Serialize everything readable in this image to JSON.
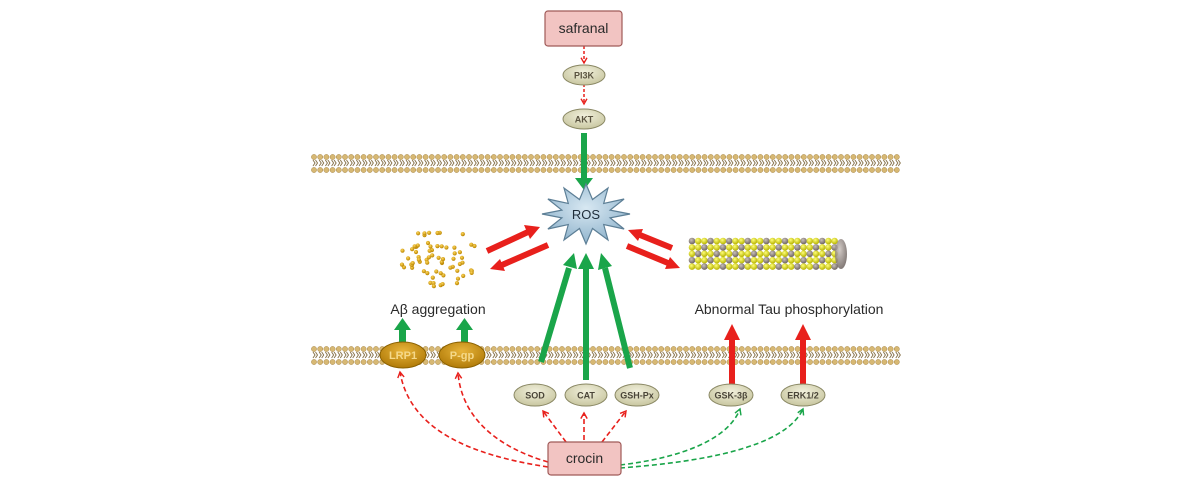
{
  "nodes": {
    "safranal": "safranal",
    "pi3k": "PI3K",
    "akt": "AKT",
    "ros": "ROS",
    "abeta": "Aβ aggregation",
    "tau": "Abnormal Tau phosphorylation",
    "lrp1": "LRP1",
    "pgp": "P-gp",
    "sod": "SOD",
    "cat": "CAT",
    "gshpx": "GSH-Px",
    "gsk3b": "GSK-3β",
    "erk": "ERK1/2",
    "crocin": "crocin"
  },
  "colors": {
    "box_fill": "#f2c4c2",
    "box_stroke": "#a05a58",
    "oval_fill": "#d8d6b4",
    "oval_stroke": "#8a8864",
    "gold_fill": "#c9920c",
    "gold_text": "#f2d27a",
    "ros_fill": "#a9c7dc",
    "membrane_head": "#d7b873",
    "green": "#1aa54a",
    "red": "#e8201c",
    "dot_gold": "#e0a90f",
    "tau_yellow": "#e9e71a",
    "tau_grey": "#9a8f8a"
  }
}
